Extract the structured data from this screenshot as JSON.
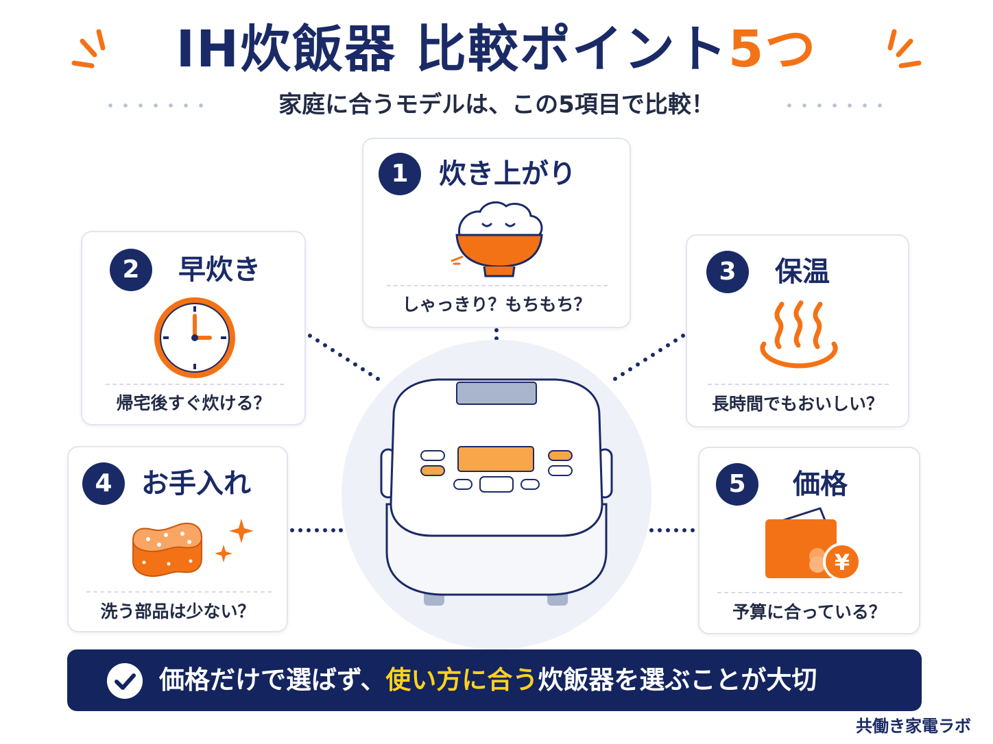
{
  "title": {
    "main": "IH炊飯器 比較ポイント",
    "accent": "5つ"
  },
  "subtitle": "家庭に合うモデルは、この5項目で比較！",
  "points": [
    {
      "num": "1",
      "label": "炊き上がり",
      "question": "しゃっきり？もちもち？",
      "icon": "rice-bowl-icon"
    },
    {
      "num": "2",
      "label": "早炊き",
      "question": "帰宅後すぐ炊ける？",
      "icon": "clock-icon"
    },
    {
      "num": "3",
      "label": "保温",
      "question": "長時間でもおいしい？",
      "icon": "steam-icon"
    },
    {
      "num": "4",
      "label": "お手入れ",
      "question": "洗う部品は少ない？",
      "icon": "sponge-icon"
    },
    {
      "num": "5",
      "label": "価格",
      "question": "予算に合っている？",
      "icon": "wallet-yen-icon"
    }
  ],
  "banner": {
    "before": "価格だけで選ばず、",
    "highlight": "使い方に合う",
    "after": "炊飯器を選ぶことが大切"
  },
  "credit": "共働き家電ラボ",
  "colors": {
    "navy": "#1a2a66",
    "orange": "#f47216",
    "highlight": "#ffd21e"
  }
}
